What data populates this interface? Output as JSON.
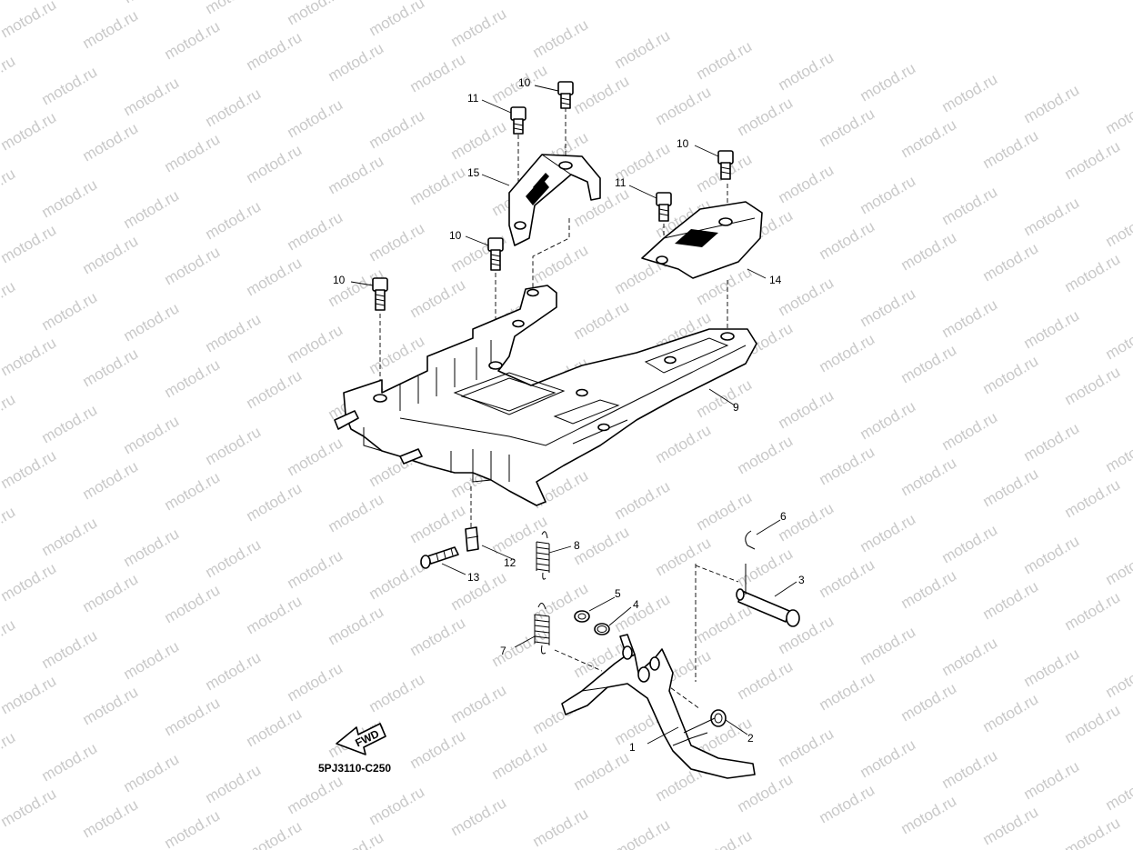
{
  "watermark": {
    "text": "motod.ru"
  },
  "diagram": {
    "code": "5PJ3110-C250",
    "fwd_label": "FWD",
    "callouts": [
      {
        "id": "c1",
        "label": "1"
      },
      {
        "id": "c2",
        "label": "2"
      },
      {
        "id": "c3",
        "label": "3"
      },
      {
        "id": "c4",
        "label": "4"
      },
      {
        "id": "c5",
        "label": "5"
      },
      {
        "id": "c6",
        "label": "6"
      },
      {
        "id": "c7",
        "label": "7"
      },
      {
        "id": "c8",
        "label": "8"
      },
      {
        "id": "c9",
        "label": "9"
      },
      {
        "id": "c10a",
        "label": "10"
      },
      {
        "id": "c10b",
        "label": "10"
      },
      {
        "id": "c10c",
        "label": "10"
      },
      {
        "id": "c10d",
        "label": "10"
      },
      {
        "id": "c11a",
        "label": "11"
      },
      {
        "id": "c11b",
        "label": "11"
      },
      {
        "id": "c12",
        "label": "12"
      },
      {
        "id": "c13",
        "label": "13"
      },
      {
        "id": "c14",
        "label": "14"
      },
      {
        "id": "c15",
        "label": "15"
      }
    ]
  }
}
